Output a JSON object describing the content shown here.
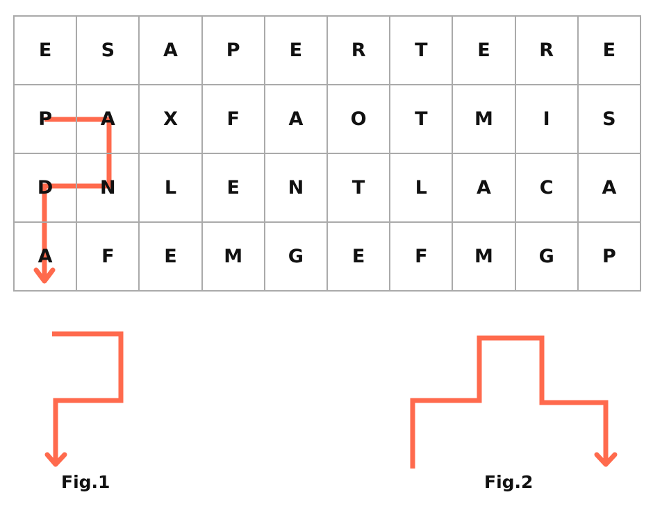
{
  "grid": [
    [
      "E",
      "S",
      "A",
      "P",
      "E",
      "R",
      "T",
      "E",
      "R",
      "E"
    ],
    [
      "P",
      "A",
      "X",
      "F",
      "A",
      "O",
      "T",
      "M",
      "I",
      "S"
    ],
    [
      "D",
      "N",
      "L",
      "E",
      "N",
      "T",
      "L",
      "A",
      "C",
      "A"
    ],
    [
      "A",
      "F",
      "E",
      "M",
      "G",
      "E",
      "F",
      "M",
      "G",
      "P"
    ]
  ],
  "path_color": "#FF6A4D",
  "figures": {
    "fig1_label": "Fig.1",
    "fig2_label": "Fig.2"
  }
}
